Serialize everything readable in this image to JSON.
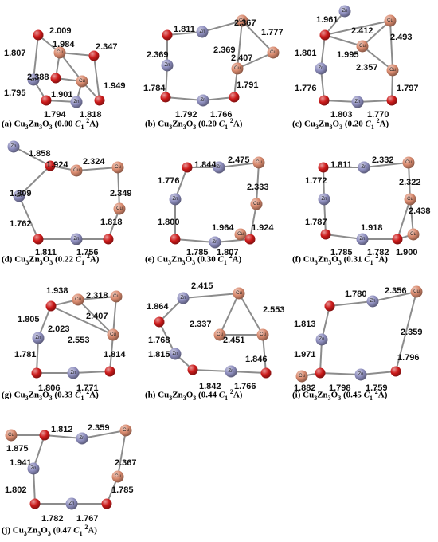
{
  "elements": {
    "Cu": "Cu",
    "Zn": "Zn",
    "O": ""
  },
  "colors": {
    "Cu": "#d98a6e",
    "Zn": "#8f8fbf",
    "O": "#cc1a1a",
    "bond": "#8c8c8c",
    "pink_highlight": "#f5c6e6"
  },
  "structures": [
    {
      "id": "a",
      "caption": {
        "letter": "(a)",
        "formula_parts": [
          "Cu",
          "3",
          "Zn",
          "3",
          "O",
          "3"
        ],
        "energy": "0.00",
        "sym": "C",
        "sym_sub": "1",
        "spin_sup": "2",
        "state": "A"
      },
      "bond_labels": [
        "2.009",
        "1.984",
        "2.347",
        "1.807",
        "1.795",
        "2.388",
        "1.901",
        "1.949",
        "1.794",
        "1.818"
      ]
    },
    {
      "id": "b",
      "caption": {
        "letter": "(b)",
        "formula_parts": [
          "Cu",
          "3",
          "Zn",
          "3",
          "O",
          "3"
        ],
        "energy": "0.20",
        "sym": "C",
        "sym_sub": "1",
        "spin_sup": "2",
        "state": "A"
      },
      "bond_labels": [
        "1.811",
        "2.367",
        "2.369",
        "1.777",
        "2.369",
        "2.407",
        "1.784",
        "1.791",
        "1.792",
        "1.766"
      ]
    },
    {
      "id": "c",
      "caption": {
        "letter": "(c)",
        "formula_parts": [
          "Cu",
          "3",
          "Zn",
          "3",
          "O",
          "3"
        ],
        "energy": "0.20",
        "sym": "C",
        "sym_sub": "1",
        "spin_sup": "2",
        "state": "A"
      },
      "bond_labels": [
        "1.961",
        "2.412",
        "2.493",
        "1.801",
        "1.995",
        "2.357",
        "1.776",
        "1.797",
        "1.803",
        "1.770"
      ]
    },
    {
      "id": "d",
      "caption": {
        "letter": "(d)",
        "formula_parts": [
          "Cu",
          "3",
          "Zn",
          "3",
          "O",
          "3"
        ],
        "energy": "0.22",
        "sym": "C",
        "sym_sub": "1",
        "spin_sup": "2",
        "state": "A"
      },
      "bond_labels": [
        "1.858",
        "1.924",
        "2.324",
        "1.809",
        "2.349",
        "1.762",
        "1.818",
        "1.811",
        "1.756"
      ]
    },
    {
      "id": "e",
      "caption": {
        "letter": "(e)",
        "formula_parts": [
          "Cu",
          "3",
          "Zn",
          "3",
          "O",
          "3"
        ],
        "energy": "0.30",
        "sym": "C",
        "sym_sub": "1",
        "spin_sup": "2",
        "state": "A"
      },
      "bond_labels": [
        "1.844",
        "2.475",
        "1.776",
        "2.333",
        "1.964",
        "1.800",
        "1.924",
        "1.785",
        "1.807"
      ]
    },
    {
      "id": "f",
      "caption": {
        "letter": "(f)",
        "formula_parts": [
          "Cu",
          "3",
          "Zn",
          "3",
          "O",
          "3"
        ],
        "energy": "0.31",
        "sym": "C",
        "sym_sub": "1",
        "spin_sup": "2",
        "state": "A"
      },
      "bond_labels": [
        "1.811",
        "2.332",
        "1.772",
        "2.322",
        "2.438",
        "1.787",
        "1.918",
        "1.785",
        "1.782",
        "1.900"
      ]
    },
    {
      "id": "g",
      "caption": {
        "letter": "(g)",
        "formula_parts": [
          "Cu",
          "3",
          "Zn",
          "3",
          "O",
          "3"
        ],
        "energy": "0.33",
        "sym": "C",
        "sym_sub": "1",
        "spin_sup": "2",
        "state": "A"
      },
      "bond_labels": [
        "1.938",
        "2.318",
        "2.407",
        "1.805",
        "2.023",
        "2.553",
        "1.781",
        "1.814",
        "1.806",
        "1.771"
      ]
    },
    {
      "id": "h",
      "caption": {
        "letter": "(h)",
        "formula_parts": [
          "Cu",
          "3",
          "Zn",
          "3",
          "O",
          "3"
        ],
        "energy": "0.44",
        "sym": "C",
        "sym_sub": "1",
        "spin_sup": "2",
        "state": "A"
      },
      "bond_labels": [
        "2.415",
        "1.864",
        "2.553",
        "2.337",
        "1.768",
        "2.451",
        "1.846",
        "1.815",
        "1.842",
        "1.766"
      ]
    },
    {
      "id": "i",
      "caption": {
        "letter": "(i)",
        "formula_parts": [
          "Cu",
          "3",
          "Zn",
          "3",
          "O",
          "3"
        ],
        "energy": "0.45",
        "sym": "C",
        "sym_sub": "1",
        "spin_sup": "2",
        "state": "A"
      },
      "bond_labels": [
        "1.780",
        "2.356",
        "1.813",
        "2.359",
        "1.971",
        "1.796",
        "1.882",
        "1.798",
        "1.759"
      ]
    },
    {
      "id": "j",
      "caption": {
        "letter": "(j)",
        "formula_parts": [
          "Cu",
          "3",
          "Zn",
          "3",
          "O",
          "3"
        ],
        "energy": "0.47",
        "sym": "C",
        "sym_sub": "1",
        "spin_sup": "2",
        "state": "A"
      },
      "bond_labels": [
        "1.812",
        "2.359",
        "1.875",
        "1.941",
        "2.367",
        "1.802",
        "1.785",
        "1.782",
        "1.767"
      ]
    }
  ]
}
